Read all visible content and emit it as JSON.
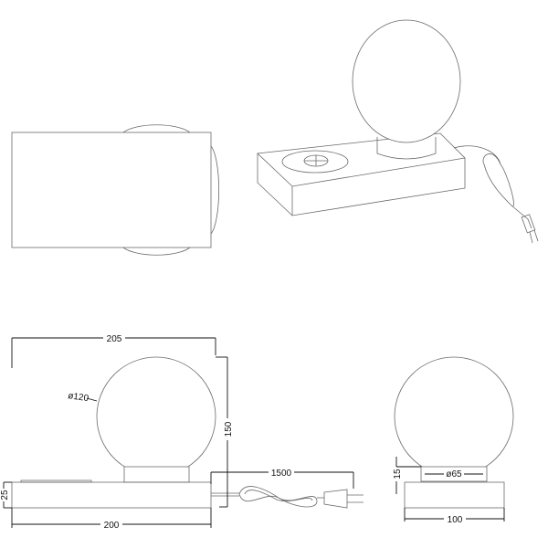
{
  "dimensions": {
    "overall_width": "205",
    "globe_diameter": "ø120",
    "overall_height": "150",
    "cable_length": "1500",
    "base_height": "25",
    "base_length": "200",
    "holder_height": "15",
    "holder_diameter": "ø65",
    "base_depth": "100"
  },
  "colors": {
    "line": "#6a6a6a",
    "dimension": "#111111",
    "background": "#ffffff"
  }
}
